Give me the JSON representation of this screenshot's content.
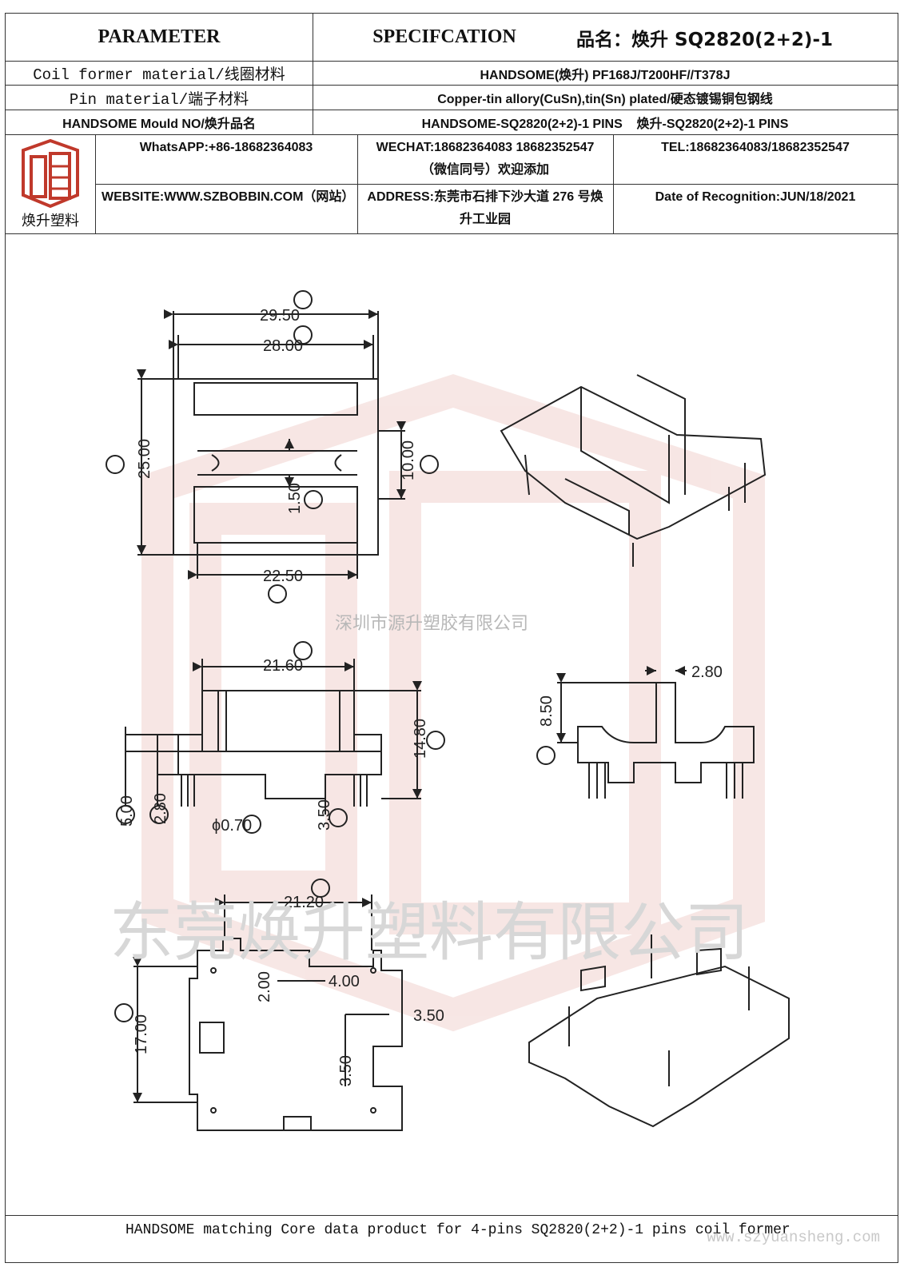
{
  "header": {
    "parameter": "PARAMETER",
    "specification": "SPECIFCATION",
    "product_name": "品名：焕升 SQ2820(2+2)-1"
  },
  "rows": [
    {
      "label": "Coil former material/线圈材料",
      "value": "HANDSOME(焕升)   PF168J/T200HF//T378J"
    },
    {
      "label": "Pin material/端子材料",
      "value": "Copper-tin allory(CuSn),tin(Sn) plated/硬态镀锡铜包钢线"
    },
    {
      "label": "HANDSOME Mould NO/焕升品名",
      "value": "HANDSOME-SQ2820(2+2)-1 PINS    焕升-SQ2820(2+2)-1 PINS"
    }
  ],
  "company": {
    "logo_caption": "焕升塑料",
    "whatsapp": "WhatsAPP:+86-18682364083",
    "wechat": "WECHAT:18682364083 18682352547（微信同号）欢迎添加",
    "tel": "TEL:18682364083/18682352547",
    "website": "WEBSITE:WWW.SZBOBBIN.COM（网站）",
    "address": "ADDRESS:东莞市石排下沙大道 276 号焕升工业园",
    "date": "Date of Recognition:JUN/18/2021"
  },
  "watermarks": {
    "center": "深圳市源升塑胶有限公司",
    "bottom": "东莞焕升塑料有限公司"
  },
  "dimensions": {
    "I": "29.50",
    "J": "28.00",
    "K": "25.00",
    "L": "10.00",
    "M": "1.50",
    "N": "22.50",
    "D": "21.60",
    "G": "14.80",
    "F": "5.00",
    "E": "2.80",
    "C": "ϕ0.70",
    "H": "3.50",
    "O": "8.50",
    "side_top": "2.80",
    "A": "21.20",
    "B": "17.00",
    "b1": "2.00",
    "b2": "4.00",
    "b3": "3.50",
    "b4": "3.50"
  },
  "footer": {
    "text": "HANDSOME matching Core data  product for 4-pins SQ2820(2+2)-1 pins coil former",
    "url": "www.szyuansheng.com"
  }
}
